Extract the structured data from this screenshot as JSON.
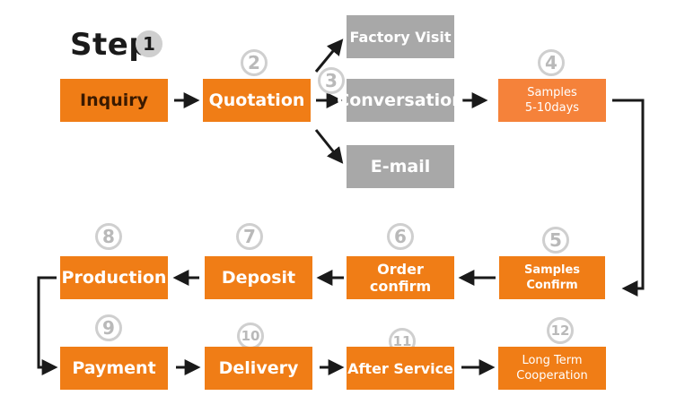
{
  "title": {
    "text": "Step",
    "number": "1"
  },
  "steps": [
    {
      "num": "1",
      "label": "Inquiry"
    },
    {
      "num": "2",
      "label": "Quotation"
    },
    {
      "num": "3",
      "options": [
        "Factory Visit",
        "Conversation",
        "E-mail"
      ]
    },
    {
      "num": "4",
      "label_lines": [
        "Samples",
        "5-10days"
      ]
    },
    {
      "num": "5",
      "label_lines": [
        "Samples",
        "Confirm"
      ]
    },
    {
      "num": "6",
      "label": "Order confirm"
    },
    {
      "num": "7",
      "label": "Deposit"
    },
    {
      "num": "8",
      "label": "Production"
    },
    {
      "num": "9",
      "label": "Payment"
    },
    {
      "num": "10",
      "label": "Delivery"
    },
    {
      "num": "11",
      "label": "After Service"
    },
    {
      "num": "12",
      "label_lines": [
        "Long Term",
        "Cooperation"
      ]
    }
  ],
  "colors": {
    "primary": "#f07d16",
    "secondary": "#a8a8a8",
    "badge": "#cfcfcf",
    "arrow": "#1a1a1a"
  }
}
